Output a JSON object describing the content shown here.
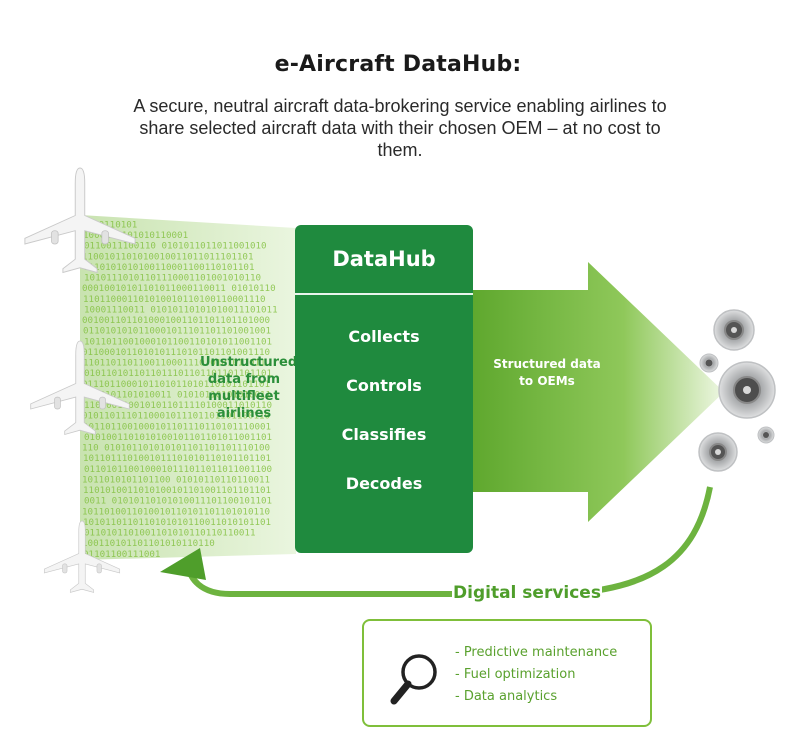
{
  "header": {
    "title": "e-Aircraft DataHub:",
    "subtitle": "A secure, neutral aircraft data-brokering service enabling airlines to share selected aircraft data with their chosen OEM – at no cost to them."
  },
  "left": {
    "label": "Unstructured data from multifleet airlines",
    "label_lines": [
      "Unstructured",
      "data from",
      "multifleet",
      "airlines"
    ]
  },
  "hub": {
    "title": "DataHub",
    "functions": [
      "Collects",
      "Controls",
      "Classifies",
      "Decodes"
    ]
  },
  "right": {
    "label_lines": [
      "Structured data",
      "to OEMs"
    ]
  },
  "loop": {
    "label": "Digital services"
  },
  "services": {
    "items": [
      "- Predictive maintenance",
      "- Fuel optimization",
      "- Data analytics"
    ]
  },
  "binary_lines": [
    "1110110101",
    "1000110101010110001",
    "0110011100110 0101011011011001010",
    "1100101101010010011011011101101",
    "0110101010100110001100110101101",
    "10101110101101110001101001010110",
    "00010010101101011000110011 01010110",
    "110110001101010010110100110001110",
    "10001110011 01010110101010011101011",
    "0010011011010001001101101101101000",
    "0110101010110001011101101101001001",
    "1011011001000101100110101011001101",
    "0110001011010101110101101101001110",
    "1101101101100110001110 0101011011",
    "0101101011011011101101101101101101",
    "0111011000101101011010110101101101",
    "1100101101010011 01010110101010011",
    "1101001100101011011110100011010110",
    "0101101110110001011101101101100110",
    "1011011001000101101110110101110001",
    "0101001101010100101101101011001101",
    "110 010101101010101101101101110100",
    "1011011101001011101010110101101101",
    "0110101100100010111011011011001100",
    "1011010101101100 01010110110110011",
    "1101010011010100101101001101101101",
    "0011 01010110101010011101100101101",
    "1011010011010010110101101101010110",
    "1010110110110101010110011010101101",
    "0110101101001101010110110110011",
    "100110101101101010110110",
    "01101100111001"
  ],
  "colors": {
    "hub_green": "#1f8a3e",
    "arrow_green": "#6db33f",
    "loop_green": "#4f9e2b",
    "services_border": "#7fbf3a"
  },
  "icons": [
    "airplane-icon",
    "magnifier-icon",
    "engine-icon"
  ]
}
